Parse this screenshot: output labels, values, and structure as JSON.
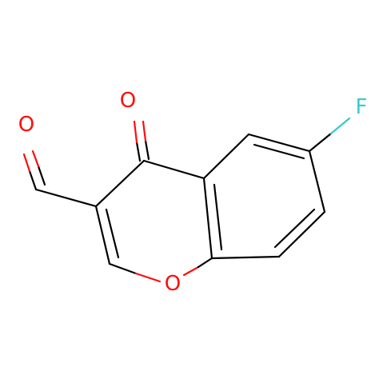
{
  "molecule": {
    "atoms": {
      "aldehyde_oxygen": {
        "symbol": "O",
        "color": "#ff0d0d"
      },
      "ketone_oxygen": {
        "symbol": "O",
        "color": "#ff0d0d"
      },
      "ring_oxygen": {
        "symbol": "O",
        "color": "#ff0d0d"
      },
      "fluorine": {
        "symbol": "F",
        "color": "#33cccc"
      }
    },
    "bond_color": "#000000"
  }
}
